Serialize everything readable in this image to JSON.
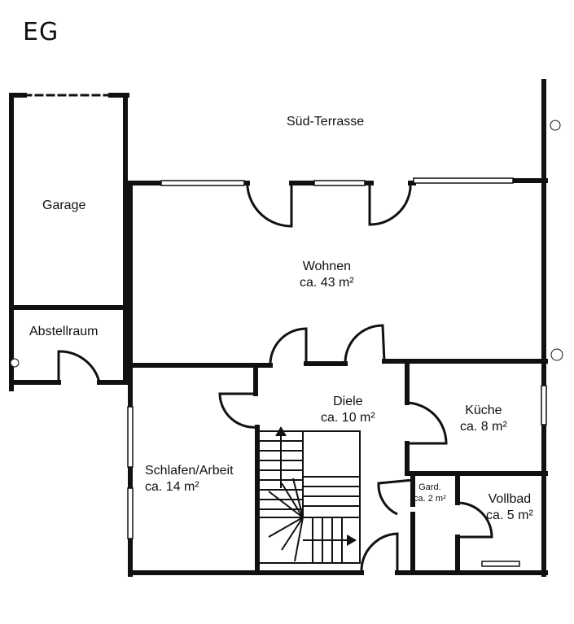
{
  "floor": {
    "label": "EG"
  },
  "rooms": {
    "terrace": {
      "name": "Süd-Terrasse"
    },
    "garage": {
      "name": "Garage"
    },
    "storage": {
      "name": "Abstellraum"
    },
    "living": {
      "name": "Wohnen",
      "area": "ca. 43 m²"
    },
    "hall": {
      "name": "Diele",
      "area": "ca. 10 m²"
    },
    "kitchen": {
      "name": "Küche",
      "area": "ca. 8 m²"
    },
    "bedroom": {
      "name": "Schlafen/Arbeit",
      "area": "ca. 14 m²"
    },
    "wardrobe": {
      "name": "Gard.",
      "area": "ca. 2 m²"
    },
    "bathroom": {
      "name": "Vollbad",
      "area": "ca. 5 m²"
    }
  },
  "colors": {
    "wall": "#111111",
    "background": "#ffffff"
  }
}
